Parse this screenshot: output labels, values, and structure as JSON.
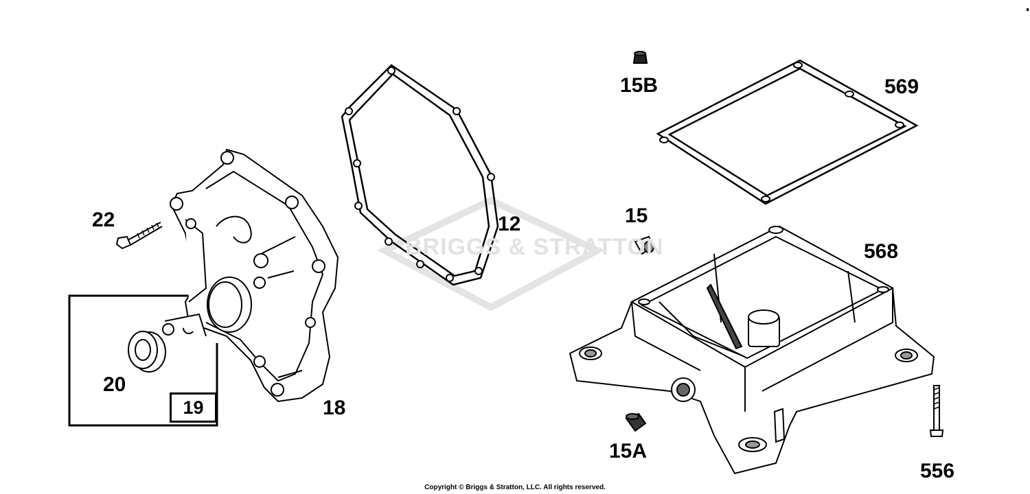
{
  "watermark": {
    "text": "BRIGGS & STRATTON"
  },
  "labels": {
    "p22": "22",
    "p20": "20",
    "p19": "19",
    "p18": "18",
    "p12": "12",
    "p15b": "15B",
    "p569": "569",
    "p15": "15",
    "p568": "568",
    "p15a": "15A",
    "p556": "556"
  },
  "copyright": "Copyright © Briggs & Stratton, LLC. All rights reserved."
}
